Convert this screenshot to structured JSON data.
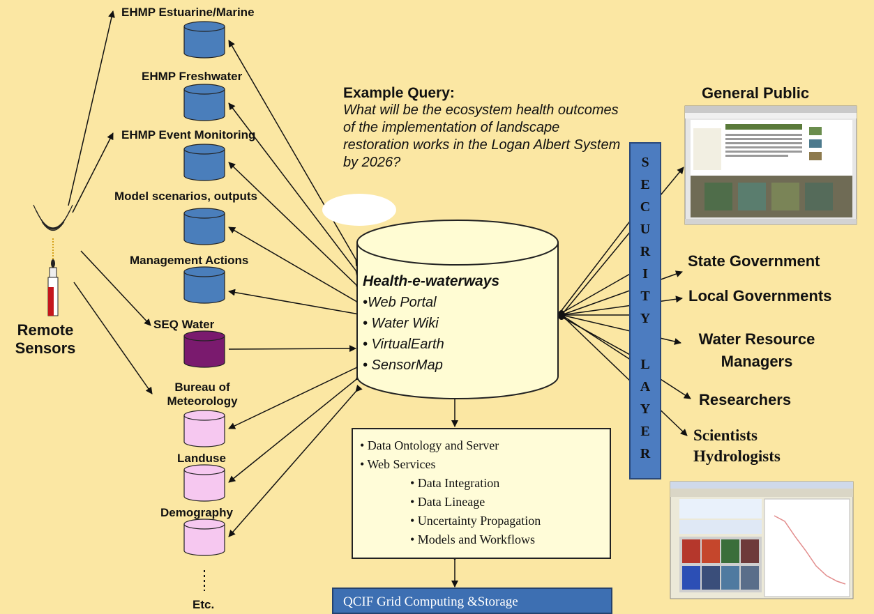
{
  "sources": [
    {
      "label": "EHMP Estuarine/Marine",
      "color": "#4a7ebb"
    },
    {
      "label": "EHMP Freshwater",
      "color": "#4a7ebb"
    },
    {
      "label": "EHMP Event Monitoring",
      "color": "#4a7ebb"
    },
    {
      "label": "Model scenarios, outputs",
      "color": "#4a7ebb"
    },
    {
      "label": "Management Actions",
      "color": "#4a7ebb"
    },
    {
      "label": "SEQ Water",
      "color": "#7a1a6e"
    },
    {
      "label": "Bureau of",
      "label2": "Meteorology",
      "color": "#f6c8f0"
    },
    {
      "label": "Landuse",
      "color": "#f6c8f0"
    },
    {
      "label": "Demography",
      "color": "#f6c8f0"
    },
    {
      "label": "Etc."
    }
  ],
  "sensors": {
    "line1": "Remote",
    "line2": "Sensors"
  },
  "query": {
    "title": "Example Query:",
    "body": "What will be the ecosystem health outcomes of the implementation of landscape restoration works in the Logan Albert System by 2026?"
  },
  "core": {
    "title": "Health-e-waterways",
    "items": [
      "•Web Portal",
      "• Water Wiki",
      "• VirtualEarth",
      "• SensorMap"
    ]
  },
  "services": {
    "top": [
      "• Data Ontology and Server",
      "•  Web Services"
    ],
    "sub": [
      "• Data Integration",
      "• Data Lineage",
      "• Uncertainty Propagation",
      "• Models and Workflows"
    ]
  },
  "grid": "QCIF Grid Computing &Storage",
  "security": [
    "S",
    "E",
    "C",
    "U",
    "R",
    "I",
    "T",
    "Y",
    "L",
    "A",
    "Y",
    "E",
    "R"
  ],
  "audiences": {
    "general_public": "General Public",
    "state_gov": "State Government",
    "local_gov": "Local Governments",
    "water_resource_1": "Water Resource",
    "water_resource_2": "Managers",
    "researchers": "Researchers",
    "scientists": "Scientists",
    "hydrologists": "Hydrologists"
  },
  "screenshot_website": {
    "title": "The Healthy Waterways vision"
  }
}
